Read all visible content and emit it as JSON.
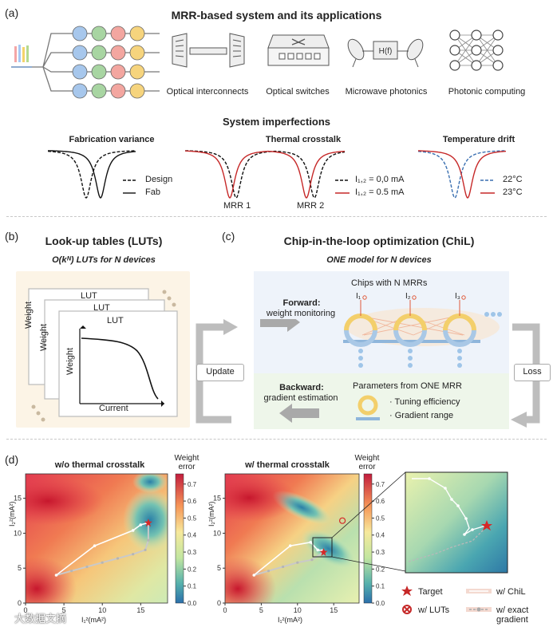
{
  "panel_a": {
    "label": "(a)",
    "title": "MRR-based system and its applications",
    "apps": [
      "Optical interconnects",
      "Optical switches",
      "Microwave photonics",
      "Photonic computing"
    ],
    "hf_label": "H(f)",
    "imperfections_title": "System imperfections",
    "imperfections": [
      {
        "title": "Fabrication variance",
        "legend": [
          "Design",
          "Fab"
        ]
      },
      {
        "title": "Thermal crosstalk",
        "legend": [
          "I₁,₂ = 0,0 mA",
          "I₁,₂ = 0.5 mA"
        ],
        "rings": [
          "MRR 1",
          "MRR 2"
        ]
      },
      {
        "title": "Temperature drift",
        "legend": [
          "22°C",
          "23°C"
        ]
      }
    ],
    "colors": {
      "design": "#111111",
      "fab": "#111111",
      "hot": "#c62828",
      "cool": "#3a6fb0"
    }
  },
  "panel_b": {
    "label": "(b)",
    "title": "Look-up tables (LUTs)",
    "subtitle": "O(kᴺ) LUTs for N devices",
    "card_titles": [
      "LUT",
      "LUT",
      "LUT"
    ],
    "y_label": "Weight",
    "x_label": "Current"
  },
  "panel_c": {
    "label": "(c)",
    "title": "Chip-in-the-loop optimization (ChiL)",
    "subtitle": "ONE model for N devices",
    "chips_label": "Chips with N MRRs",
    "forward_title": "Forward:",
    "forward_sub": "weight monitoring",
    "backward_title": "Backward:",
    "backward_sub": "gradient estimation",
    "params_title": "Parameters from ONE MRR",
    "params": [
      "· Tuning efficiency",
      "· Gradient range"
    ],
    "currents": [
      "I₁",
      "I₂",
      "I₃"
    ],
    "update_label": "Update",
    "loss_label": "Loss"
  },
  "panel_d": {
    "label": "(d)",
    "plots": [
      {
        "title": "w/o thermal crosstalk"
      },
      {
        "title": "w/ thermal crosstalk"
      }
    ],
    "colorbar_title": [
      "Weight",
      "error"
    ],
    "colorbar_ticks": [
      "0.7",
      "0.6",
      "0.5",
      "0.4",
      "0.3",
      "0.2",
      "0.1",
      "0.0"
    ],
    "x_ticks": [
      "0",
      "5",
      "10",
      "15"
    ],
    "y_ticks": [
      "0",
      "5",
      "10",
      "15"
    ],
    "xlabel": "I₁²(mA²)",
    "ylabel": "I₂²(mA²)",
    "legend": [
      "Target",
      "w/ ChiL",
      "w/ LUTs",
      "w/ exact gradient"
    ]
  },
  "watermark": "大数据文摘"
}
